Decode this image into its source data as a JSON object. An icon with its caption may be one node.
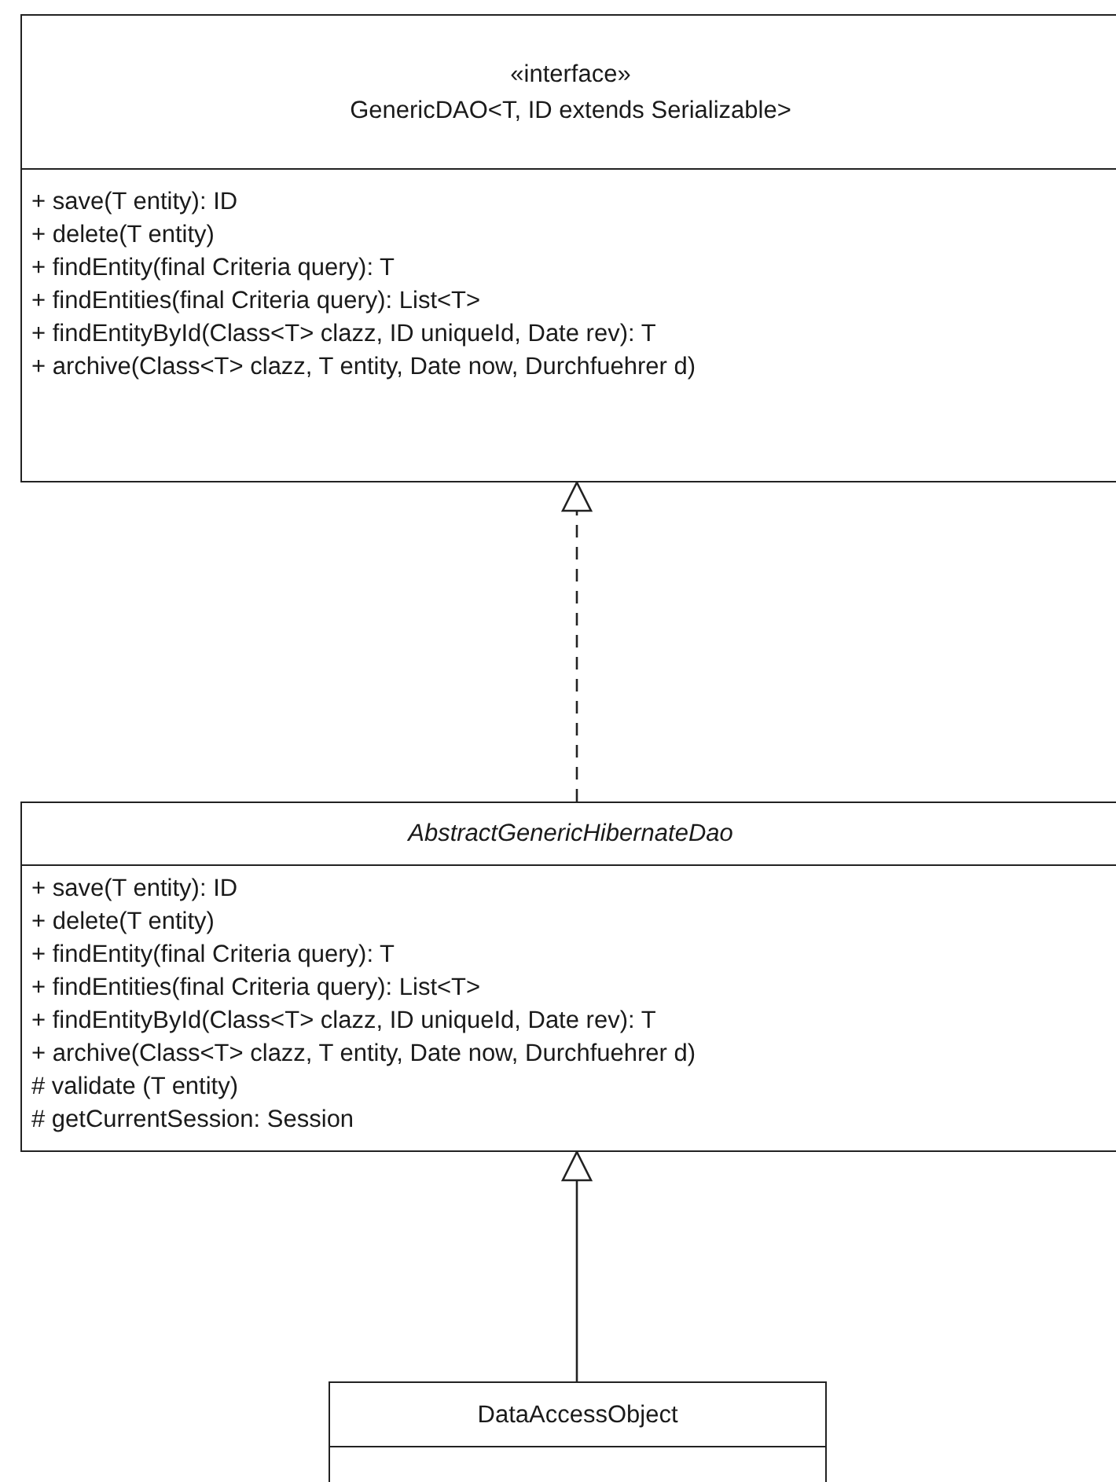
{
  "diagram": {
    "nodes": [
      {
        "text": [
          "«interface»",
          "GenericDAO<T, ID extends Serializable>",
          "+ save(T entity): ID",
          "+ delete(T entity)",
          "+ findEntity(final Criteria query): T",
          "+ findEntities(final Criteria query): List<T>",
          "+ findEntityById(Class<T> clazz, ID uniqueId, Date rev): T",
          "+ archive(Class<T> clazz, T entity, Date now, Durchfuehrer d)"
        ]
      },
      {
        "text": [
          "AbstractGenericHibernateDao",
          "+ save(T entity): ID",
          "+ delete(T entity)",
          "+ findEntity(final Criteria query): T",
          "+ findEntities(final Criteria query): List<T>",
          "+ findEntityById(Class<T> clazz, ID uniqueId, Date rev): T",
          "+ archive(Class<T> clazz, T entity, Date now, Durchfuehrer d)",
          "# validate (T entity)",
          "# getCurrentSession: Session"
        ]
      },
      {
        "text": [
          "DataAccessObject"
        ]
      }
    ],
    "edges": [
      {
        "from": 1,
        "to": 0,
        "arrow": "to",
        "style": "dashed"
      },
      {
        "from": 2,
        "to": 1,
        "arrow": "to"
      }
    ]
  }
}
